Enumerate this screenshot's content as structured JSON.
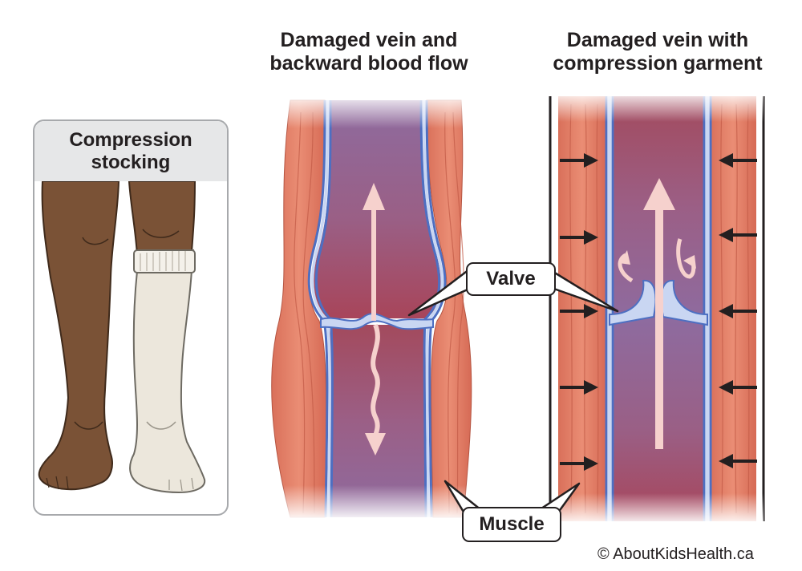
{
  "headings": {
    "left": "Damaged vein and\nbackward blood flow",
    "right": "Damaged vein with\ncompression garment"
  },
  "panel": {
    "title": "Compression\nstocking"
  },
  "labels": {
    "valve": "Valve",
    "muscle": "Muscle"
  },
  "copyright": "© AboutKidsHealth.ca",
  "colors": {
    "muscle": "#e38068",
    "muscle_dark": "#c9604b",
    "vein_wall": "#4d6fc2",
    "vein_wall_light": "#c9d6f2",
    "blood_top": "#8b6a9c",
    "blood_bottom": "#a5485a",
    "arrow": "#f6d1cd",
    "skin": "#7a5236",
    "stocking": "#ece7dc",
    "outline": "#231f20"
  }
}
